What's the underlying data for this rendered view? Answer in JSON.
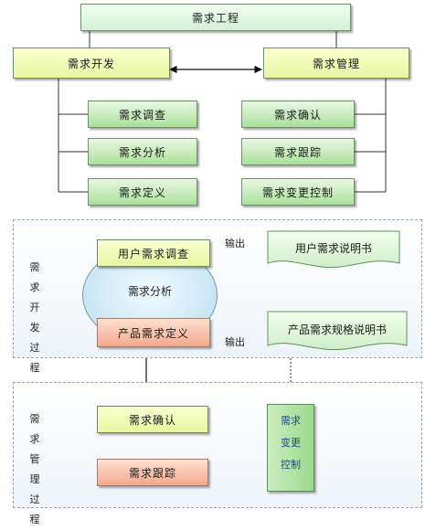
{
  "top": {
    "title": "需求工程",
    "dev": "需求开发",
    "mgmt": "需求管理",
    "dev_items": [
      "需求调查",
      "需求分析",
      "需求定义"
    ],
    "mgmt_items": [
      "需求确认",
      "需求跟踪",
      "需求变更控制"
    ]
  },
  "dev_process": {
    "label_chars": [
      "需",
      "求",
      "开",
      "发",
      "过",
      "程"
    ],
    "survey": "用户需求调查",
    "analysis": "需求分析",
    "definition": "产品需求定义",
    "output_label": "输出",
    "doc1": "用户需求说明书",
    "doc2": "产品需求规格说明书"
  },
  "mgmt_process": {
    "label_chars": [
      "需",
      "求",
      "管",
      "理",
      "过",
      "程"
    ],
    "confirm": "需求确认",
    "track": "需求跟踪",
    "control_chars": [
      "需",
      "求",
      "变",
      "更",
      "控",
      "制"
    ]
  },
  "colors": {
    "lime": "#e7f7a0",
    "green": "#a9e09a",
    "pink": "#f2a98e",
    "oval": "#c5e4f3"
  }
}
